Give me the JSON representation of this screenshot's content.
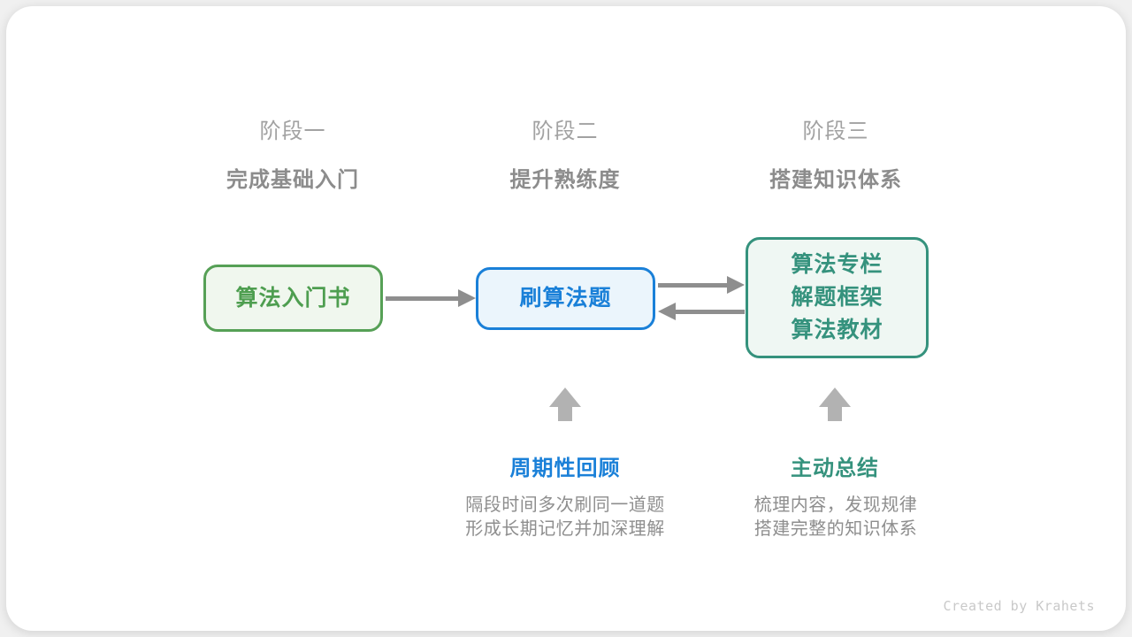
{
  "page": {
    "credit": "Created by Krahets"
  },
  "colors": {
    "background": "#f0f0f0",
    "card": "#ffffff",
    "stage_label": "#a2a2a2",
    "stage_title": "#8c8c8c",
    "green_border": "#56a056",
    "green_text": "#4e9e50",
    "green_fill": "#f0f7ee",
    "blue": "#1a80d8",
    "blue_fill": "#ebf5fc",
    "teal": "#35927d",
    "teal_fill": "#eff7f3",
    "connector_arrow": "#8e8e8e",
    "block_arrow": "#b2b2b2",
    "description_text": "#8e8e8e",
    "credit_text": "#c9c9c9"
  },
  "stages": [
    {
      "label": "阶段一",
      "title": "完成基础入门"
    },
    {
      "label": "阶段二",
      "title": "提升熟练度"
    },
    {
      "label": "阶段三",
      "title": "搭建知识体系"
    }
  ],
  "nodes": [
    {
      "lines": [
        "算法入门书"
      ],
      "color": "green"
    },
    {
      "lines": [
        "刷算法题"
      ],
      "color": "blue"
    },
    {
      "lines": [
        "算法专栏",
        "解题框架",
        "算法教材"
      ],
      "color": "teal"
    }
  ],
  "annotations": [
    {
      "title": "周期性回顾",
      "color": "blue",
      "desc": [
        "隔段时间多次刷同一道题",
        "形成长期记忆并加深理解"
      ]
    },
    {
      "title": "主动总结",
      "color": "teal",
      "desc": [
        "梳理内容，发现规律",
        "搭建完整的知识体系"
      ]
    }
  ]
}
